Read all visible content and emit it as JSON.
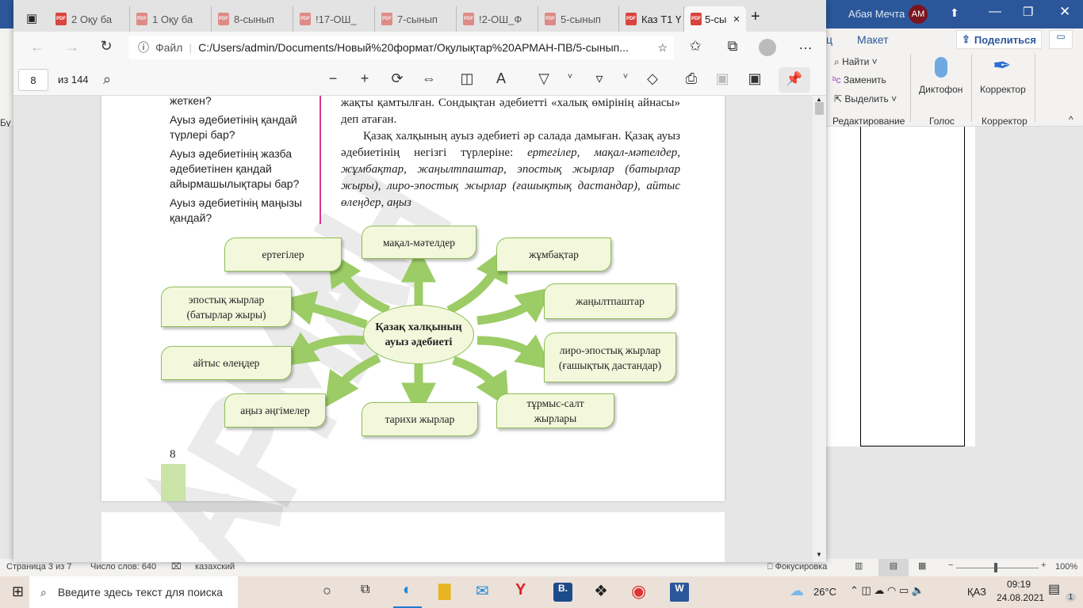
{
  "word": {
    "user": "Абая Мечта",
    "avatar": "АМ",
    "tab_partial": "ц",
    "tab_layout": "Макет",
    "share": "Поделиться",
    "find": "Найти",
    "replace": "Заменить",
    "select": "Выделить",
    "group_editing": "Редактирование",
    "dictation": "Диктофон",
    "group_voice": "Голос",
    "corrector": "Корректор",
    "group_corrector": "Корректор",
    "left_cut": "Бу",
    "status": {
      "page": "Страница 3 из 7",
      "words": "Число слов: 640",
      "lang": "казахский",
      "focus": "Фокусировка",
      "zoom": "100%"
    }
  },
  "taskbar": {
    "search_placeholder": "Введите здесь текст для поиска",
    "weather": "26°C",
    "lang": "ҚАЗ",
    "time": "09:19",
    "date": "24.08.2021",
    "notifications": "1"
  },
  "edge": {
    "tabs": [
      "2 Оқу ба",
      "1 Оқу ба",
      "8-сынып",
      "!17-ОШ_",
      "7-сынып",
      "!2-ОШ_Ф",
      "5-сынып",
      "Каз Т1 Ү",
      "5-сы"
    ],
    "address_label": "Файл",
    "url": "C:/Users/admin/Documents/Новый%20формат/Оқулықтар%20АРМАН-ПВ/5-сынып...",
    "page_num": "8",
    "page_total": "из 144"
  },
  "doc": {
    "questions": [
      "жеткен?",
      "Ауыз әдебиетінің қандай түрлері бар?",
      "Ауыз әдебиетінің жазба әдебиетінен қандай айырмашылықтары бар?",
      "Ауыз әдебиетінің маңызы қандай?"
    ],
    "p1": "жақты қамтылған. Сондықтан әдебиетті «халық өмірінің айнасы» деп атаған.",
    "p2a": "Қазақ халқының ауыз әдебиеті әр салада дамыған. Қазақ ауыз әдебиетінің негізгі түрлеріне: ",
    "p2b": "ертегілер, мақал-мәтелдер, жұмбақтар, жаңылтпаштар, эпостық жырлар (батырлар жыры), лиро-эпостық жырлар (ғашықтық дастандар), айтыс өлеңдер, аңыз",
    "page_number": "8",
    "watermark": "АРМАН",
    "diagram": {
      "center": "Қазақ халқының ауыз әдебиеті",
      "nodes": [
        "ертегілер",
        "мақал-мәтелдер",
        "жұмбақтар",
        "эпостық жырлар (батырлар жыры)",
        "жаңылтпаштар",
        "айтыс өлеңдер",
        "лиро-эпостық жырлар (ғашықтық дастандар)",
        "аңыз әңгімелер",
        "тарихи жырлар",
        "тұрмыс-салт жырлары"
      ]
    }
  }
}
